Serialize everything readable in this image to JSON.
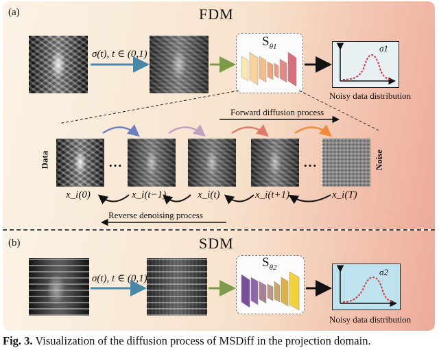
{
  "panel_a": {
    "label": "(a)",
    "title": "FDM",
    "noise_schedule": "σ(t), t ∈ (0,1)",
    "network_label": "S",
    "network_subscript": "θ1",
    "sigma_label": "σ1",
    "distribution_caption": "Noisy data distribution",
    "forward_label": "Forward diffusion process",
    "reverse_label": "Reverse denoising process",
    "data_side_label": "Data",
    "noise_side_label": "Noise",
    "ellipsis": "…",
    "states": [
      "x_i(0)",
      "x_i(t−1)",
      "x_i(t)",
      "x_i(t+1)",
      "x_i(T)"
    ]
  },
  "panel_b": {
    "label": "(b)",
    "title": "SDM",
    "noise_schedule": "σ(t), t ∈ (0,1)",
    "network_label": "S",
    "network_subscript": "θ2",
    "sigma_label": "σ2",
    "distribution_caption": "Noisy data distribution"
  },
  "caption": {
    "prefix": "Fig. 3.",
    "text": " Visualization of the diffusion process of MSDiff in the projection domain."
  },
  "colors": {
    "arrow_blue": "#4a86a8",
    "arrow_green": "#7c9a4a",
    "curve_red": "#d23a3a",
    "net_a_colors": [
      "#fbe8b0",
      "#f5c98a",
      "#e9a67c",
      "#e08a86",
      "#d86f7c"
    ],
    "net_b_colors": [
      "#7a4f9a",
      "#8f67a8",
      "#a88196",
      "#d9b44a",
      "#f2d23a"
    ]
  }
}
